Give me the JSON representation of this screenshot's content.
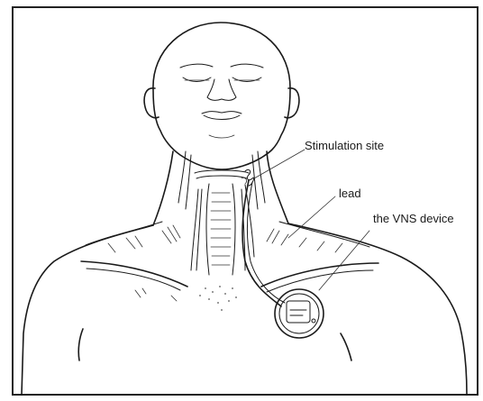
{
  "labels": {
    "stimulation_site": "Stimulation site",
    "lead": "lead",
    "vns_device": "the VNS device"
  },
  "colors": {
    "ink": "#1a1a1a",
    "background": "#ffffff",
    "frame": "#222222"
  }
}
